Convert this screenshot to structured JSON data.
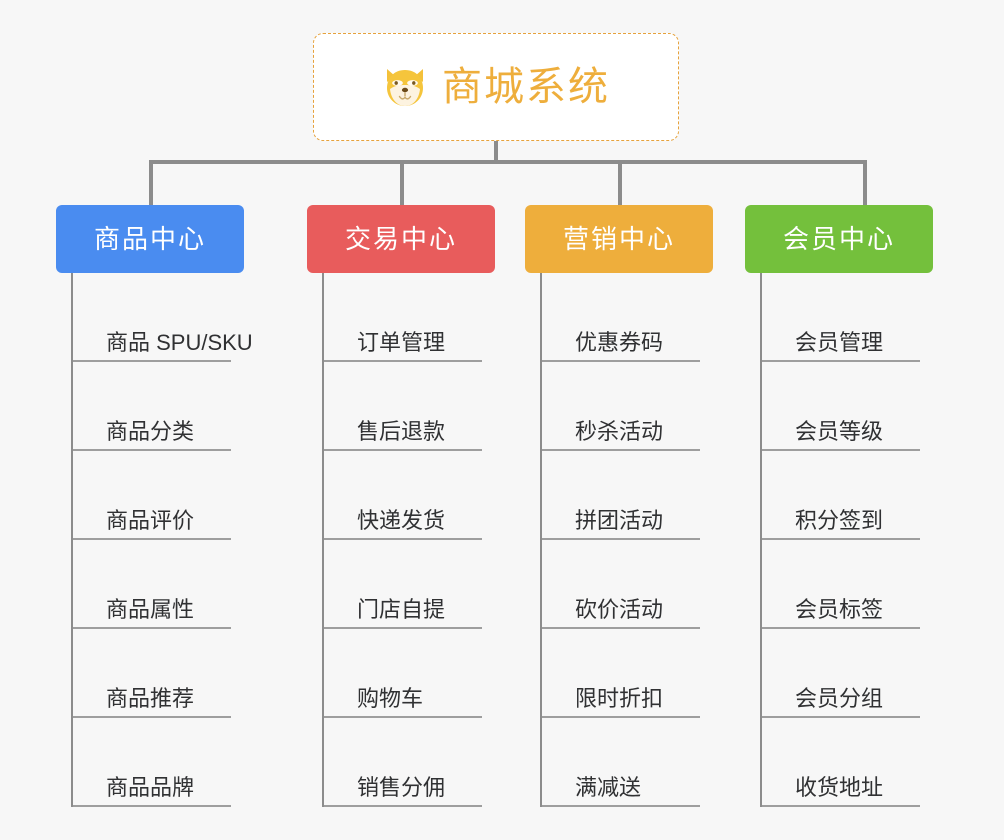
{
  "page": {
    "background_color": "#f7f7f7",
    "type": "mindmap-tree"
  },
  "root": {
    "icon": "shiba-dog-icon",
    "title": "商城系统",
    "text_color": "#eeae3c",
    "border_color": "#e6a23c",
    "background": "#ffffff"
  },
  "connector": {
    "color": "#8c8c8c"
  },
  "branches": [
    {
      "label": "商品中心",
      "color": "#4a8cf0",
      "items": [
        "商品 SPU/SKU",
        "商品分类",
        "商品评价",
        "商品属性",
        "商品推荐",
        "商品品牌"
      ]
    },
    {
      "label": "交易中心",
      "color": "#e85c5c",
      "items": [
        "订单管理",
        "售后退款",
        "快递发货",
        "门店自提",
        "购物车",
        "销售分佣"
      ]
    },
    {
      "label": "营销中心",
      "color": "#eeae3c",
      "items": [
        "优惠券码",
        "秒杀活动",
        "拼团活动",
        "砍价活动",
        "限时折扣",
        "满减送"
      ]
    },
    {
      "label": "会员中心",
      "color": "#74c03c",
      "items": [
        "会员管理",
        "会员等级",
        "积分签到",
        "会员标签",
        "会员分组",
        "收货地址"
      ]
    }
  ]
}
